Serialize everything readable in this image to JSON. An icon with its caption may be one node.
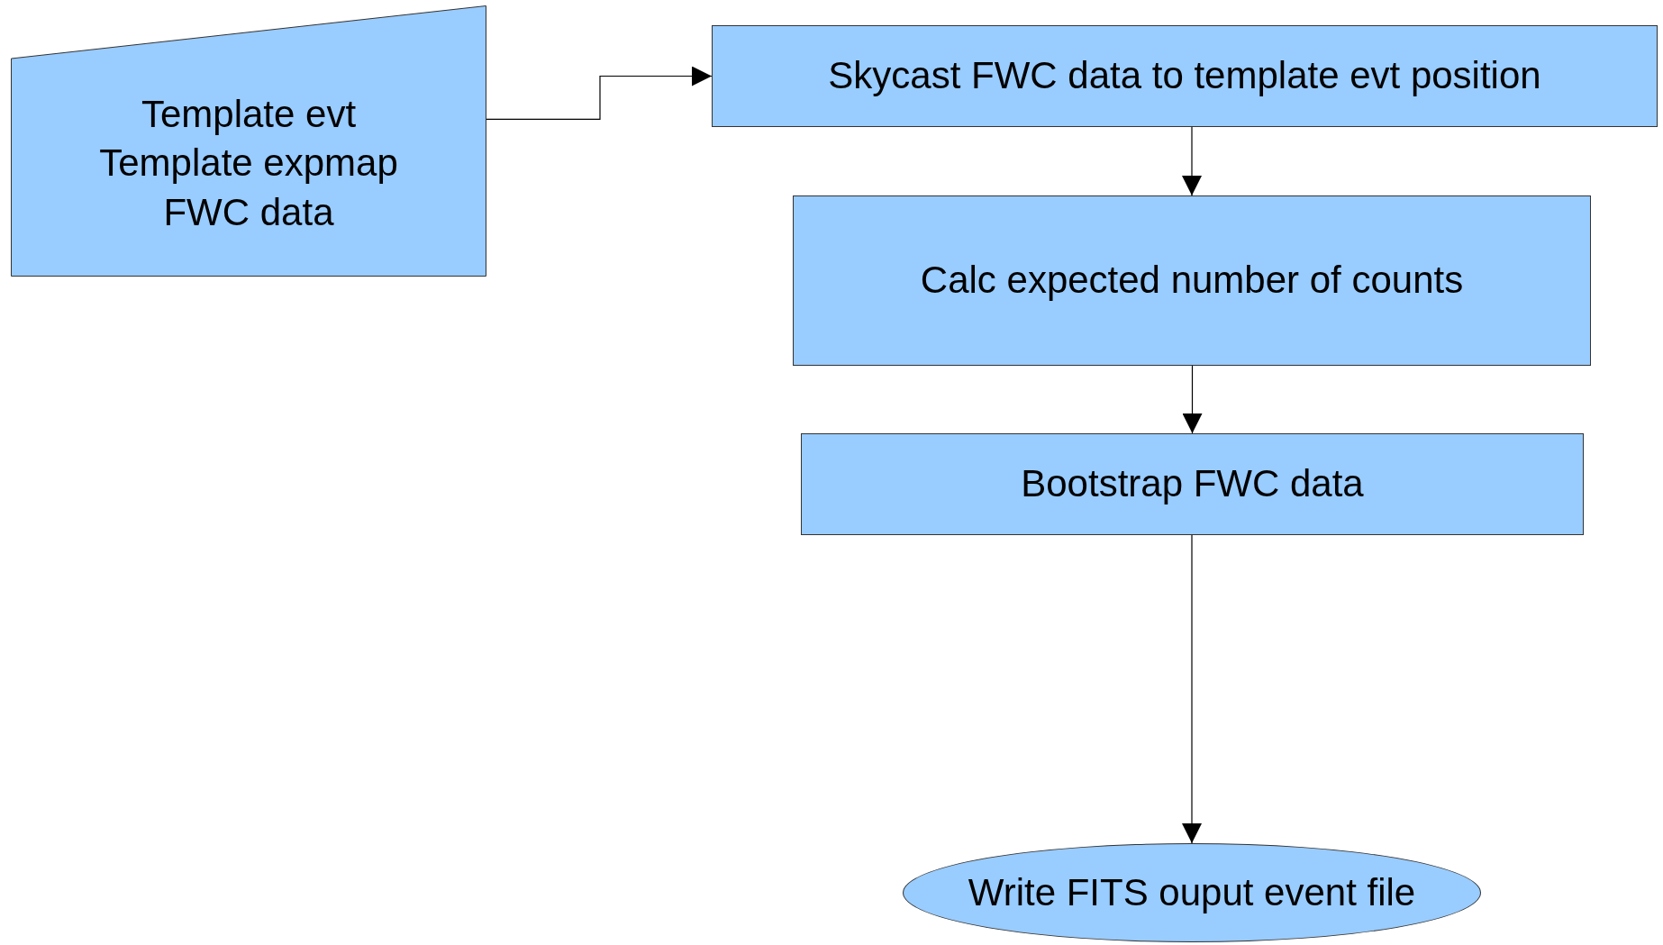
{
  "diagram": {
    "nodes": [
      {
        "text": [
          "Template evt Template expmap FWC data"
        ]
      },
      {
        "text": [
          "Skycast FWC data to template evt position"
        ]
      },
      {
        "text": [
          "Calc expected number of counts"
        ]
      },
      {
        "text": [
          "Bootstrap FWC data"
        ]
      },
      {
        "text": [
          "Write FITS ouput event file"
        ]
      }
    ],
    "edges": [
      {
        "from": 0,
        "to": 1,
        "arrow": "to"
      },
      {
        "from": 1,
        "to": 2,
        "arrow": "to"
      },
      {
        "from": 2,
        "to": 3,
        "arrow": "to"
      },
      {
        "from": 3,
        "to": 4,
        "arrow": "to"
      }
    ]
  }
}
